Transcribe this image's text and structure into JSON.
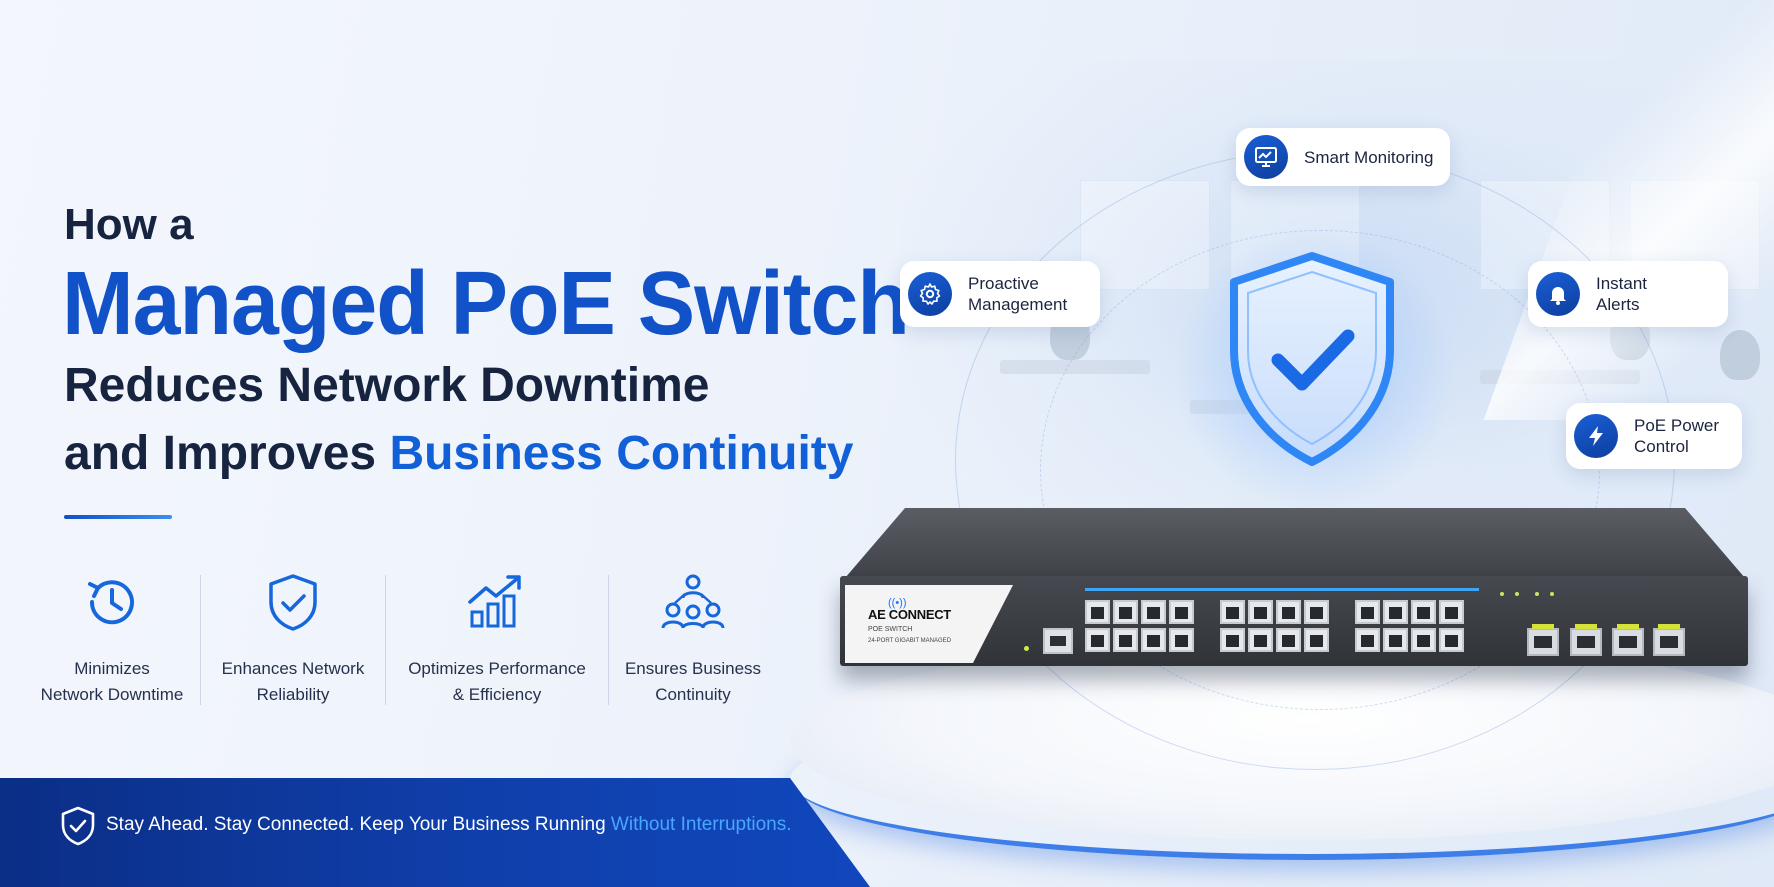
{
  "headline": {
    "line1": "How a",
    "line2": "Managed PoE Switch",
    "line3": "Reduces Network Downtime",
    "line4_prefix": "and Improves ",
    "line4_accent": "Business Continuity"
  },
  "features": [
    {
      "label": "Minimizes\nNetwork Downtime",
      "icon": "clock-icon"
    },
    {
      "label": "Enhances Network\nReliability",
      "icon": "shield-check-icon"
    },
    {
      "label": "Optimizes Performance\n& Efficiency",
      "icon": "growth-chart-icon"
    },
    {
      "label": "Ensures Business\nContinuity",
      "icon": "team-network-icon"
    }
  ],
  "callouts": {
    "smart_monitoring": "Smart Monitoring",
    "proactive_management": "Proactive\nManagement",
    "instant_alerts": "Instant\nAlerts",
    "poe_power_control": "PoE Power\nControl"
  },
  "switch": {
    "brand": "AE CONNECT",
    "model_line": "POE SWITCH",
    "desc_line": "24-PORT GIGABIT MANAGED"
  },
  "banner": {
    "text": "Stay Ahead. Stay Connected. Keep Your Business Running ",
    "accent": "Without Interruptions."
  },
  "colors": {
    "brand_blue": "#1152c9",
    "accent_blue": "#1260d8",
    "banner_navy": "#0b2e86",
    "banner_accent": "#4aa6ff",
    "heading_dark": "#172440"
  }
}
